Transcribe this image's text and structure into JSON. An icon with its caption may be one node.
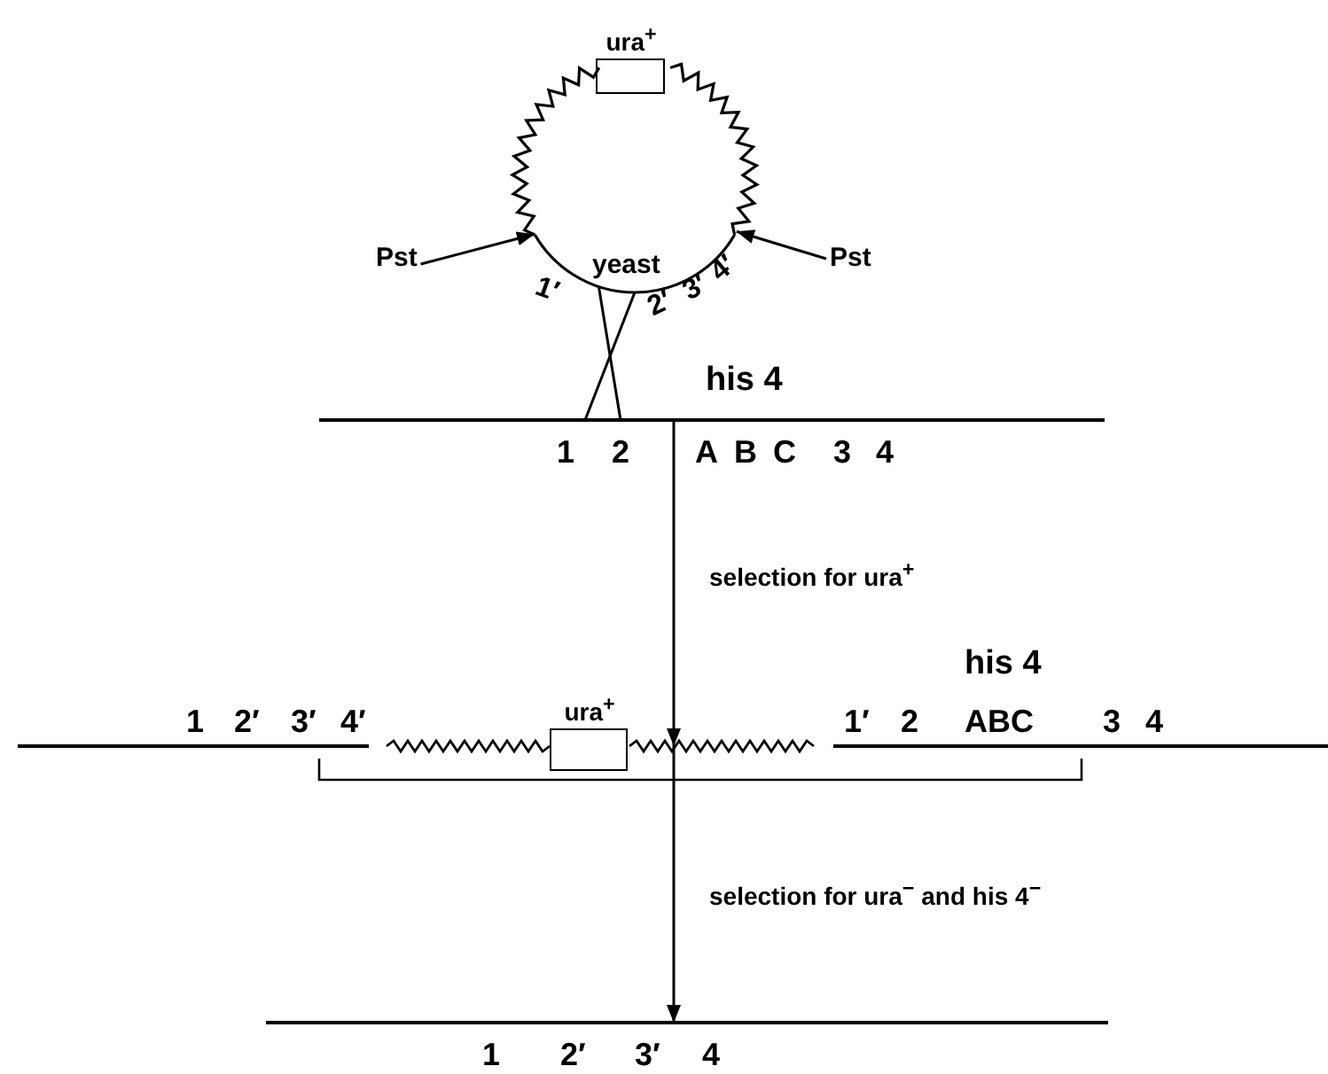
{
  "diagram": {
    "nodes": [
      {
        "text": [
          "ura$^{+}$"
        ]
      },
      {
        "text": [],
        "shape": "circle"
      },
      {
        "text": [
          "Pst"
        ]
      },
      {
        "text": [
          "Pst"
        ]
      },
      {
        "text": [],
        "shape": "line"
      },
      {
        "text": [
          "ura$^{+}$"
        ]
      },
      {
        "text": [],
        "shape": "line"
      },
      {
        "text": [],
        "shape": "line"
      }
    ],
    "edges": [
      {
        "from": 2,
        "to": 1,
        "arrow": "to"
      },
      {
        "from": 3,
        "to": 1,
        "arrow": "to"
      },
      {
        "from": 1,
        "to": 4,
        "arrow": "none"
      },
      {
        "from": 1,
        "to": 4,
        "arrow": "none"
      },
      {
        "from": 4,
        "to": 6,
        "arrow": "to",
        "label": "selection for ura$^{+}$"
      },
      {
        "from": 6,
        "to": 7,
        "arrow": "to",
        "label": "selection for ura$^{−}$ and his 4$^{−}$"
      }
    ],
    "labels": [
      "yeast",
      "1′",
      "2′",
      "3′",
      "4′",
      "his 4",
      "1",
      "2",
      "A",
      "B",
      "C",
      "3",
      "4",
      "his 4",
      "1",
      "2′",
      "3′",
      "4′",
      "1′",
      "2",
      "ABC",
      "3",
      "4",
      "1",
      "2′",
      "3′",
      "4"
    ]
  }
}
